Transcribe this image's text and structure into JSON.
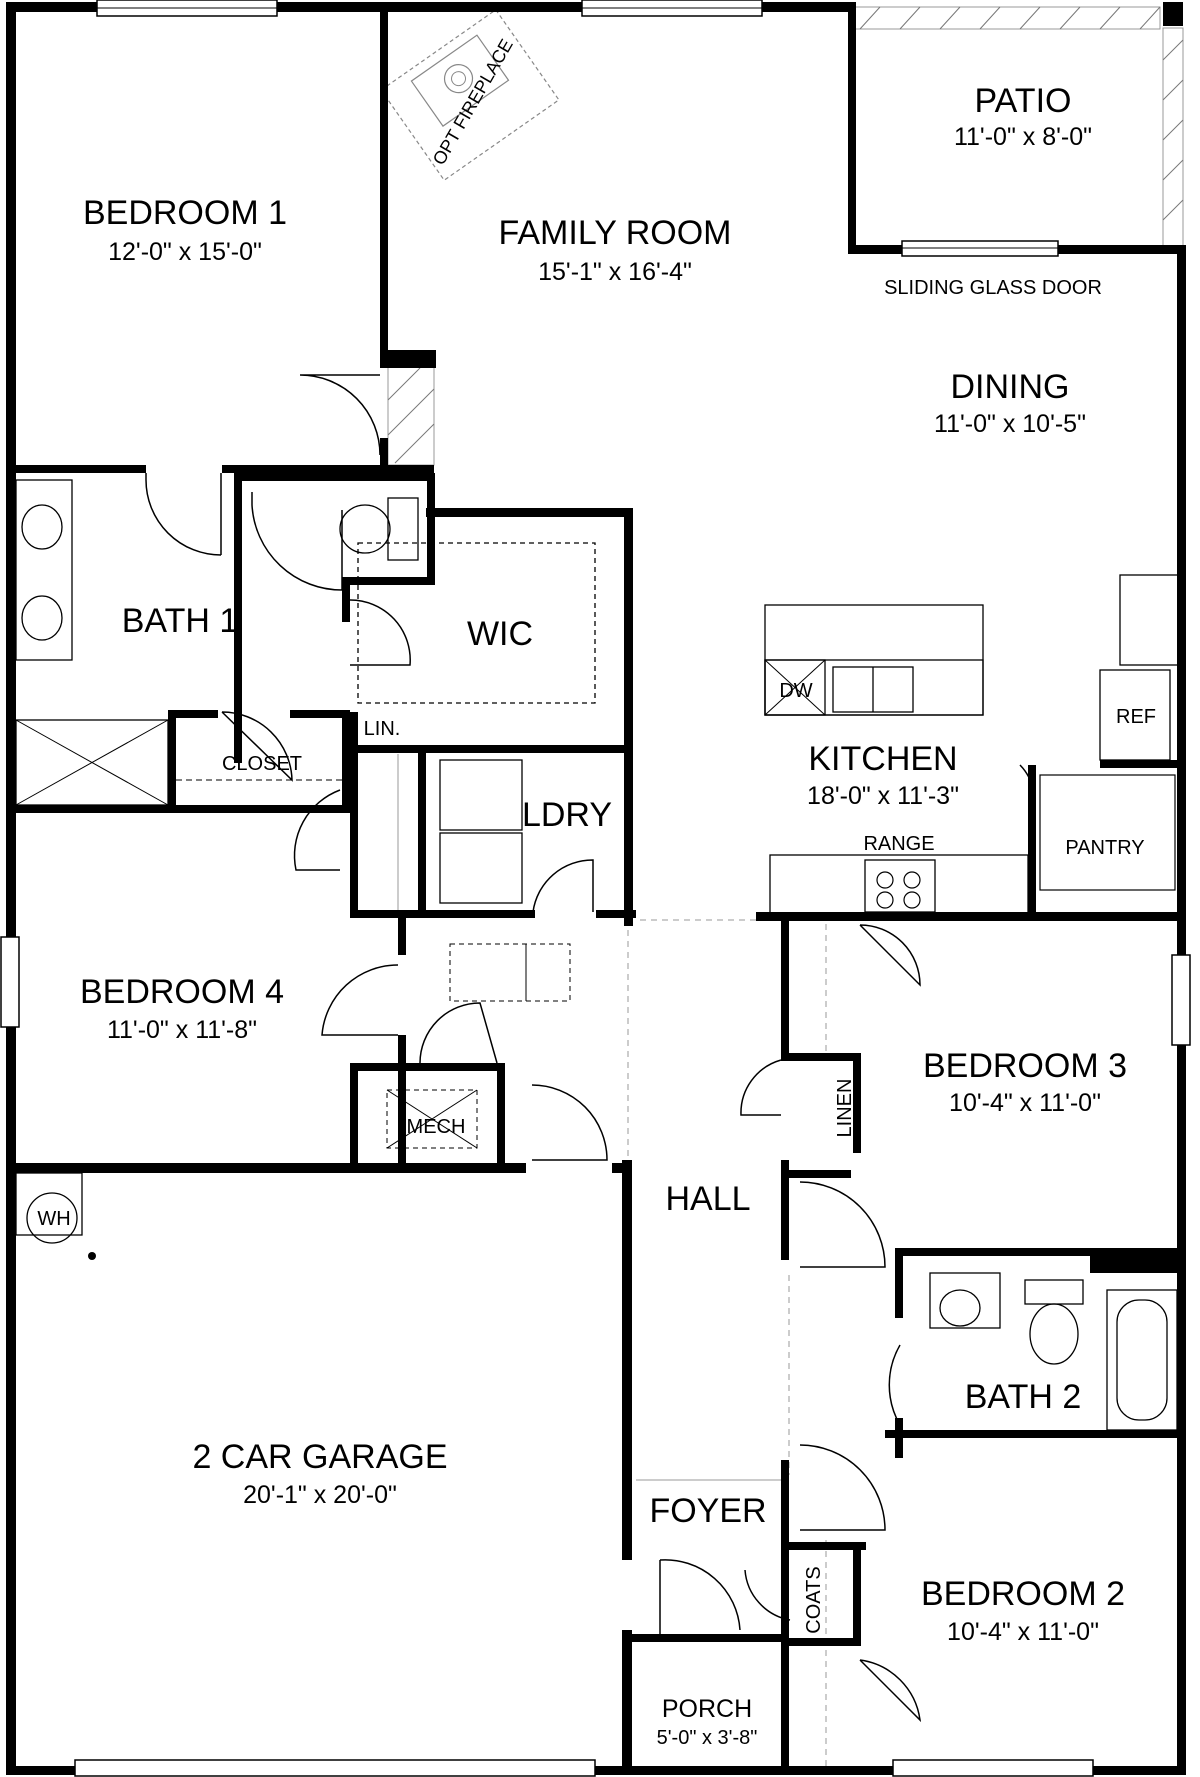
{
  "rooms": {
    "bedroom1": {
      "name": "BEDROOM 1",
      "dim": "12'-0\" x 15'-0\""
    },
    "family": {
      "name": "FAMILY ROOM",
      "dim": "15'-1\" x 16'-4\""
    },
    "patio": {
      "name": "PATIO",
      "dim": "11'-0\" x 8'-0\""
    },
    "dining": {
      "name": "DINING",
      "dim": "11'-0\" x 10'-5\""
    },
    "bath1": {
      "name": "BATH 1"
    },
    "wic": {
      "name": "WIC"
    },
    "ldry": {
      "name": "LDRY"
    },
    "kitchen": {
      "name": "KITCHEN",
      "dim": "18'-0\" x 11'-3\""
    },
    "bedroom4": {
      "name": "BEDROOM 4",
      "dim": "11'-0\" x 11'-8\""
    },
    "bedroom3": {
      "name": "BEDROOM 3",
      "dim": "10'-4\" x 11'-0\""
    },
    "hall": {
      "name": "HALL"
    },
    "bath2": {
      "name": "BATH 2"
    },
    "garage": {
      "name": "2 CAR GARAGE",
      "dim": "20'-1\" x 20'-0\""
    },
    "foyer": {
      "name": "FOYER"
    },
    "bedroom2": {
      "name": "BEDROOM 2",
      "dim": "10'-4\" x 11'-0\""
    },
    "porch": {
      "name": "PORCH",
      "dim": "5'-0\" x 3'-8\""
    }
  },
  "labels": {
    "opt_fireplace": "OPT FIREPLACE",
    "sliding_glass_door": "SLIDING GLASS DOOR",
    "closet": "CLOSET",
    "lin": "LIN.",
    "dw": "DW",
    "ref": "REF",
    "range": "RANGE",
    "pantry": "PANTRY",
    "mech": "MECH",
    "linen": "LINEN",
    "wh": "WH",
    "coats": "COATS"
  }
}
